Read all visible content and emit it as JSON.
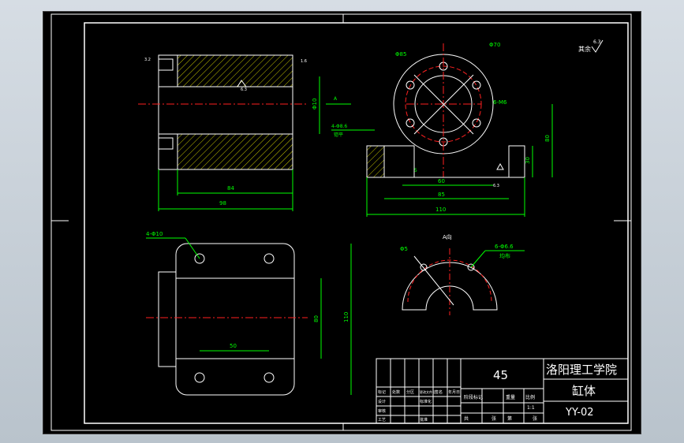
{
  "title_block": {
    "school": "洛阳理工学院",
    "part_name": "缸体",
    "drawing_no": "YY-02",
    "material": "45",
    "stage_label": "阶段标记",
    "weight_label": "重量",
    "scale_label": "比例",
    "scale_value": "1:1",
    "sheet_total_prefix": "共",
    "sheet_total_suffix": "张",
    "sheet_no_prefix": "第",
    "sheet_no_suffix": "张",
    "row_marks": [
      "标记",
      "处数",
      "分区",
      "更改文件号",
      "签名",
      "年月日"
    ],
    "design_label": "设计",
    "standard_label": "标准化",
    "review_label": "审核",
    "craft_label": "工艺",
    "approve_label": "批准"
  },
  "surface_finish_note": "其余",
  "surface_finish_value": "6.3",
  "roughness_values": {
    "main": "6.3",
    "left_top": "3.2",
    "right_top": "1.6",
    "base": "6.3"
  },
  "front_view": {
    "dim_width_inner": "84",
    "dim_width_total": "98",
    "dim_bore": "Φ10",
    "view_arrow": "A",
    "port_note": "4-Φ8.6",
    "port_note2": "锪平"
  },
  "side_view": {
    "dim_pcd": "Φ85",
    "dim_bore": "Φ70",
    "hole_note": "6-M6",
    "dim_height": "80",
    "dim_center": "30",
    "dim_slot": "5",
    "dim_60": "60",
    "dim_85": "85",
    "dim_110": "110"
  },
  "bottom_view": {
    "hole_note": "4-Φ10",
    "dim_80": "80",
    "dim_110": "110",
    "dim_50": "50"
  },
  "view_a": {
    "title": "A向",
    "dim_pcd": "Φ5",
    "hole_note": "6-Φ6.6",
    "hole_note2": "均布"
  },
  "colors": {
    "outline": "#ffffff",
    "dimension": "#00ff00",
    "centerline": "#ff2020",
    "hatch": "#c8c800",
    "border": "#ffffff"
  }
}
